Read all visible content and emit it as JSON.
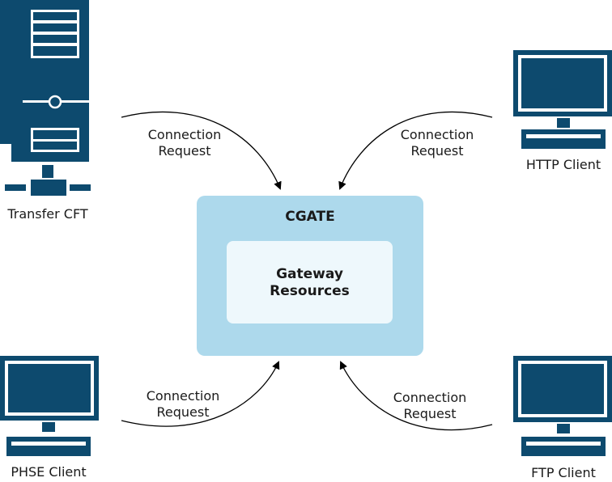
{
  "center": {
    "title": "CGATE",
    "inner_line1": "Gateway",
    "inner_line2": "Resources"
  },
  "nodes": {
    "transfer_cft": "Transfer CFT",
    "http_client": "HTTP Client",
    "phse_client": "PHSE Client",
    "ftp_client": "FTP Client"
  },
  "connections": {
    "top_left": {
      "line1": "Connection",
      "line2": "Request"
    },
    "top_right": {
      "line1": "Connection",
      "line2": "Request"
    },
    "bottom_left": {
      "line1": "Connection",
      "line2": "Request"
    },
    "bottom_right": {
      "line1": "Connection",
      "line2": "Request"
    }
  },
  "colors": {
    "icon": "#0d4a6e",
    "outer_box": "#add9ec",
    "inner_box": "#eef8fc",
    "arrow": "#000000"
  }
}
